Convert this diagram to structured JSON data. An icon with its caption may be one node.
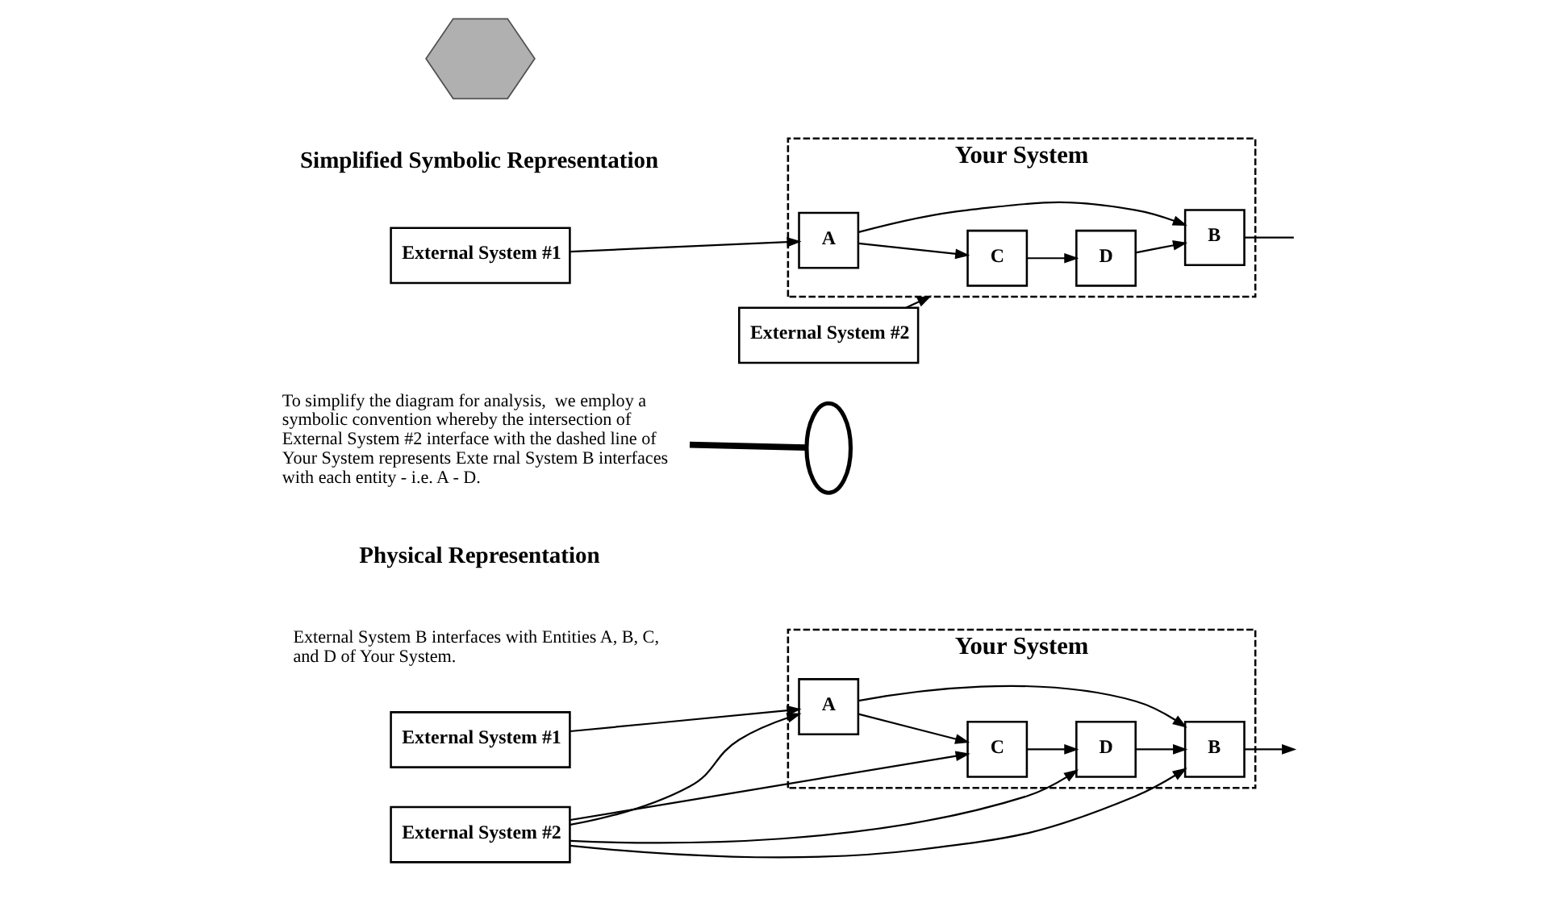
{
  "diagram": {
    "nodes": [
      {
        "text": [
          "Your System"
        ]
      },
      {
        "text": [
          "A"
        ],
        "in": 0
      },
      {
        "text": [
          "B"
        ],
        "in": 0
      },
      {
        "text": [
          "C"
        ],
        "in": 0
      },
      {
        "text": [
          "D"
        ],
        "in": 0
      },
      {
        "text": [
          "External System #1"
        ]
      },
      {
        "text": [
          "External System #2"
        ]
      },
      {
        "text": [
          "Your System"
        ]
      },
      {
        "text": [
          "A"
        ],
        "in": 7
      },
      {
        "text": [
          "B"
        ],
        "in": 7
      },
      {
        "text": [
          "C"
        ],
        "in": 7
      },
      {
        "text": [
          "D"
        ],
        "in": 7
      },
      {
        "text": [
          "External System #1"
        ]
      },
      {
        "text": [
          "External System #2"
        ]
      },
      {
        "text": [],
        "shape": "ellipse"
      },
      {
        "text": [
          "To simplify the diagram for analysis,  we employ a symbolic convention whereby the intersection of External System #2 interface with the dashed line of Your System represents Exte rnal System B interfaces with each entity - i.e. A - D."
        ]
      },
      {
        "text": [],
        "shape": "double-arrow"
      }
    ],
    "edges": [
      {
        "from": 5,
        "to": 1,
        "arrow": "to"
      },
      {
        "from": 6,
        "to": 1,
        "arrow": "to"
      },
      {
        "from": 6,
        "to": 3,
        "arrow": "to"
      },
      {
        "from": 6,
        "to": 4,
        "arrow": "to"
      },
      {
        "from": 6,
        "to": 2,
        "arrow": "to"
      },
      {
        "from": 1,
        "to": 2,
        "arrow": "to"
      },
      {
        "from": 1,
        "to": 3,
        "arrow": "to"
      },
      {
        "from": 3,
        "to": 4,
        "arrow": "to"
      },
      {
        "from": 4,
        "to": 2,
        "arrow": "to"
      },
      {
        "from": 2,
        "to": null,
        "arrow": "to"
      },
      {
        "from": 12,
        "to": 8,
        "arrow": "to"
      },
      {
        "from": 13,
        "to": 7,
        "arrow": "to"
      },
      {
        "from": 8,
        "to": 9,
        "arrow": "to"
      },
      {
        "from": 8,
        "to": 10,
        "arrow": "to"
      },
      {
        "from": 10,
        "to": 11,
        "arrow": "to"
      },
      {
        "from": 11,
        "to": 9,
        "arrow": "to"
      },
      {
        "from": 9,
        "to": null,
        "arrow": "none"
      },
      {
        "from": 15,
        "to": 14,
        "arrow": "none",
        "style": "thick"
      }
    ],
    "labels": [
      "Physical Representation",
      "Simplified Symbolic Representation",
      "External System B interfaces with Entities A, B, C, and D of Your System."
    ]
  }
}
